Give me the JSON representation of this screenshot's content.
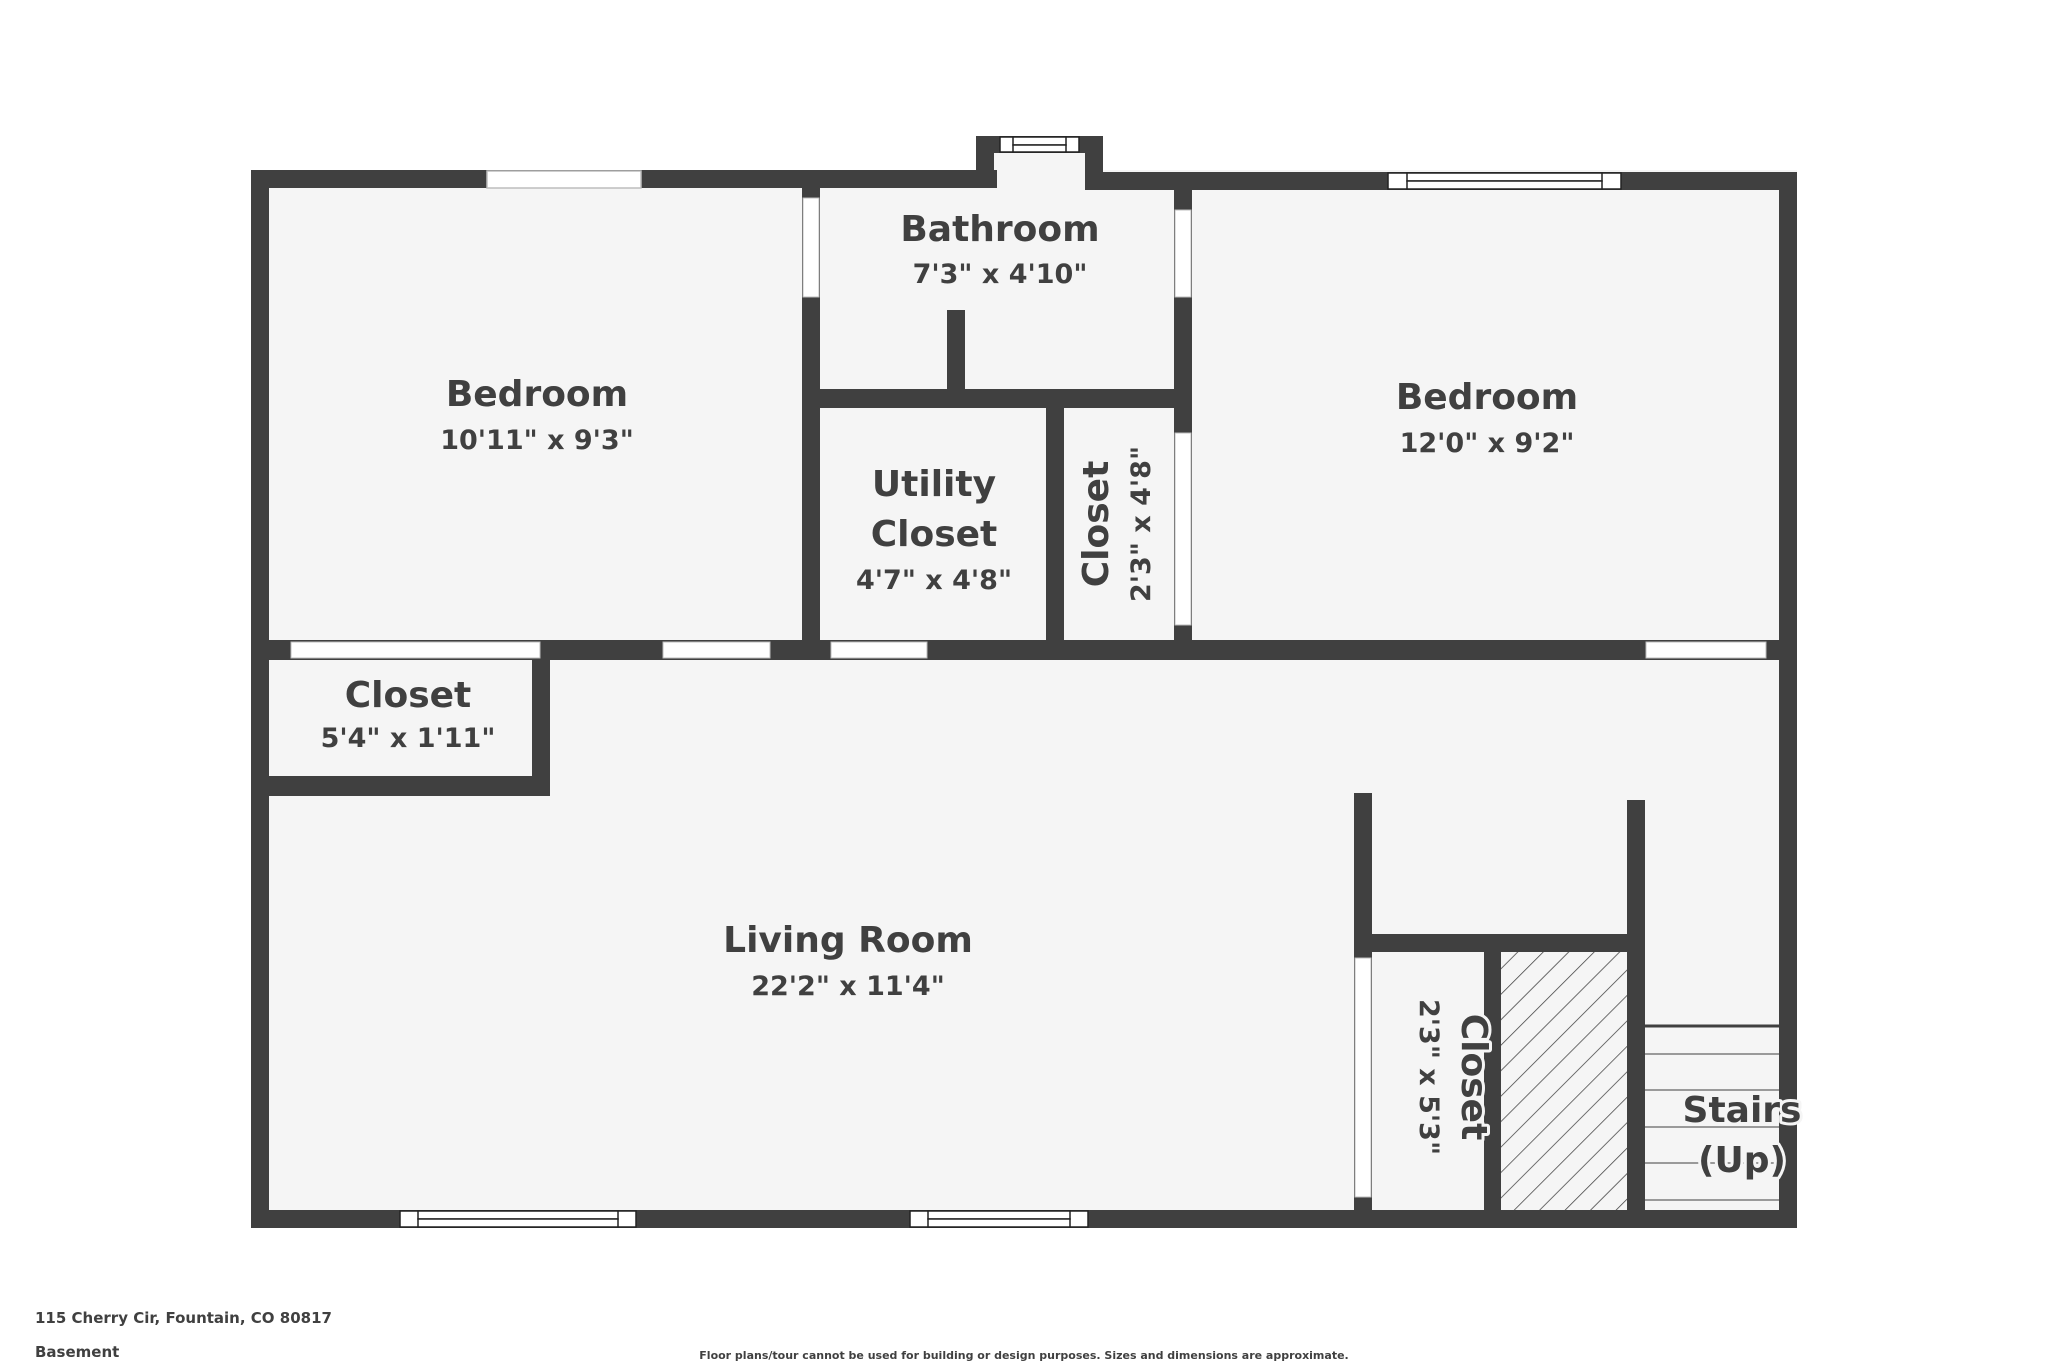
{
  "plan": {
    "level": "Basement",
    "address": "115 Cherry Cir, Fountain, CO 80817",
    "disclaimer": "Floor plans/tour cannot be used for building or design purposes. Sizes and dimensions are approximate.",
    "colors": {
      "wall": "#404040",
      "floor": "#f5f5f5",
      "opening": "#ffffff",
      "background": "#ffffff"
    },
    "rooms": [
      {
        "id": "bedroom-1",
        "name": "Bedroom",
        "dims": "10'11\" x 9'3\""
      },
      {
        "id": "bathroom",
        "name": "Bathroom",
        "dims": "7'3\" x 4'10\""
      },
      {
        "id": "bedroom-2",
        "name": "Bedroom",
        "dims": "12'0\" x 9'2\""
      },
      {
        "id": "utility-closet",
        "name_line1": "Utility",
        "name_line2": "Closet",
        "dims": "4'7\" x 4'8\""
      },
      {
        "id": "closet-mid",
        "name": "Closet",
        "dims": "2'3\" x 4'8\""
      },
      {
        "id": "closet-left",
        "name": "Closet",
        "dims": "5'4\" x 1'11\""
      },
      {
        "id": "living-room",
        "name": "Living Room",
        "dims": "22'2\" x 11'4\""
      },
      {
        "id": "closet-bottom",
        "name": "Closet",
        "dims": "2'3\" x 5'3\""
      },
      {
        "id": "stairs",
        "name_line1": "Stairs",
        "name_line2": "(Up)"
      }
    ]
  }
}
